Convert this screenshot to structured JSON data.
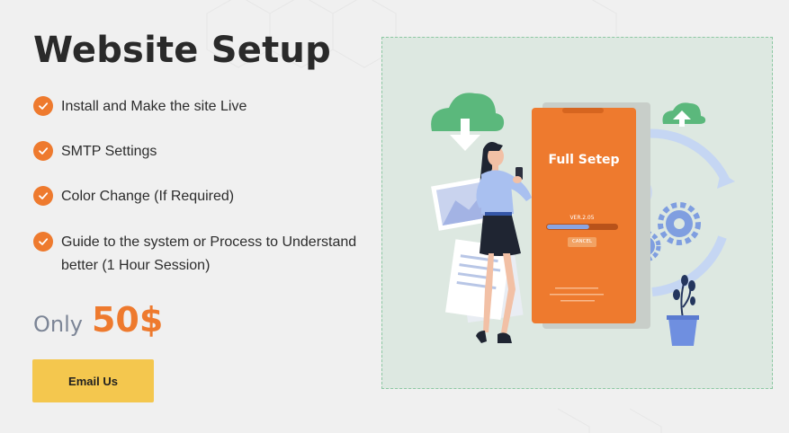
{
  "page": {
    "title": "Website Setup",
    "features": [
      "Install and Make the site Live",
      "SMTP Settings",
      "Color Change (If Required)",
      "Guide to the system or Process to Understand better (1 Hour Session)"
    ],
    "price": {
      "prefix": "Only",
      "amount": "50$"
    },
    "cta_label": "Email Us"
  },
  "illustration": {
    "screen_title": "Full Setep",
    "version_label": "VER.2.05",
    "cancel_label": "CANCEL",
    "progress_fraction": 0.6
  },
  "colors": {
    "accent_orange": "#ee7a2e",
    "button_yellow": "#f4c74e",
    "cloud_green": "#5bb87c",
    "gear_blue": "#7f9ee0",
    "frame_bg": "#dde8e1"
  },
  "icons": {
    "check": "check-icon",
    "download_cloud": "cloud-download-icon",
    "upload_cloud": "cloud-upload-icon",
    "gear": "gear-icon",
    "plant": "plant-icon"
  }
}
